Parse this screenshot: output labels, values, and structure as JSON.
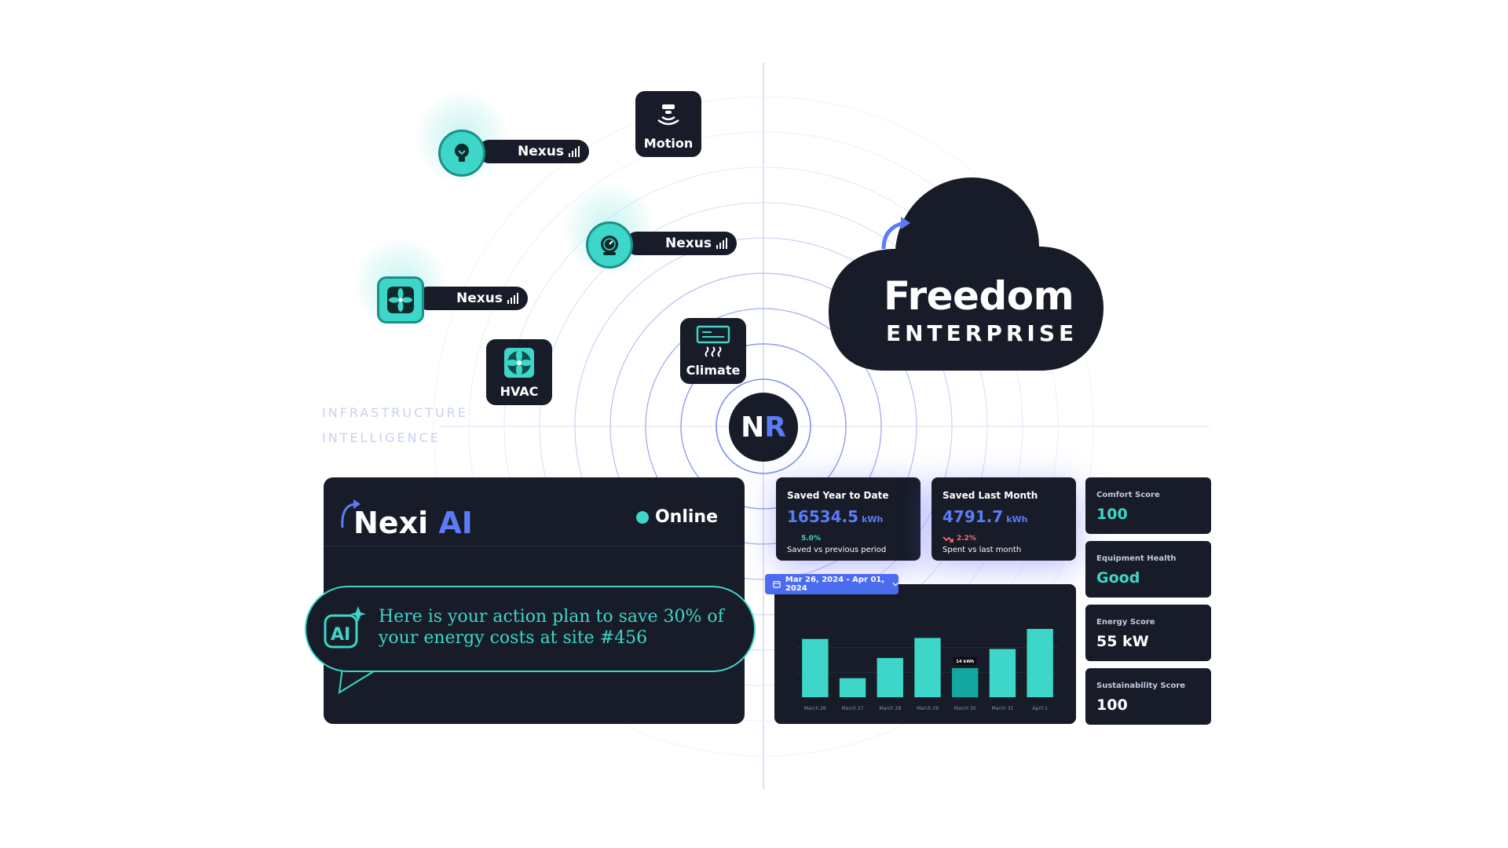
{
  "side_label": {
    "line1": "INFRASTRUCTURE",
    "line2": "INTELLIGENCE"
  },
  "tiles": {
    "motion": "Motion",
    "climate": "Climate",
    "hvac": "HVAC"
  },
  "sensors": [
    {
      "label": "Nexus",
      "icon": "lightbulb-icon"
    },
    {
      "label": "Nexus",
      "icon": "gauge-icon"
    },
    {
      "label": "Nexus",
      "icon": "fan-icon"
    }
  ],
  "cloud": {
    "title": "Freedom",
    "subtitle": "ENTERPRISE"
  },
  "badge": {
    "n": "N",
    "r": "R"
  },
  "nexi": {
    "brand_white": "Nexi",
    "brand_blue": "AI",
    "status": "Online",
    "message": "Here is your action plan to save 30% of your energy costs at site #456"
  },
  "stats": {
    "ytd": {
      "title": "Saved Year to Date",
      "value": "16534.5",
      "unit": "kWh",
      "delta": "5.0%",
      "sub": "Saved vs previous period"
    },
    "month": {
      "title": "Saved Last Month",
      "value": "4791.7",
      "unit": "kWh",
      "delta": "2.2%",
      "sub": "Spent vs last month"
    }
  },
  "scores": [
    {
      "title": "Comfort Score",
      "value": "100",
      "color": "#3dd6c9"
    },
    {
      "title": "Equipment Health",
      "value": "Good",
      "color": "#3dd6c9"
    },
    {
      "title": "Energy Score",
      "value": "55 kW",
      "color": "#ffffff"
    },
    {
      "title": "Sustainability Score",
      "value": "100",
      "color": "#ffffff"
    }
  ],
  "date_range": "Mar 26, 2024 - Apr 01, 2024",
  "colors": {
    "teal": "#3dd6c9",
    "blue": "#5b7cf6",
    "dark": "#181c28",
    "red": "#ff6b6b"
  },
  "chart_data": {
    "type": "bar",
    "categories": [
      "March 26",
      "March 27",
      "March 28",
      "March 29",
      "March 30",
      "March 31",
      "April 1"
    ],
    "values": [
      58,
      19,
      39,
      59,
      29,
      48,
      68
    ],
    "tooltip": "14 kWh",
    "highlight_index": 4,
    "ylim": [
      0,
      75
    ]
  }
}
